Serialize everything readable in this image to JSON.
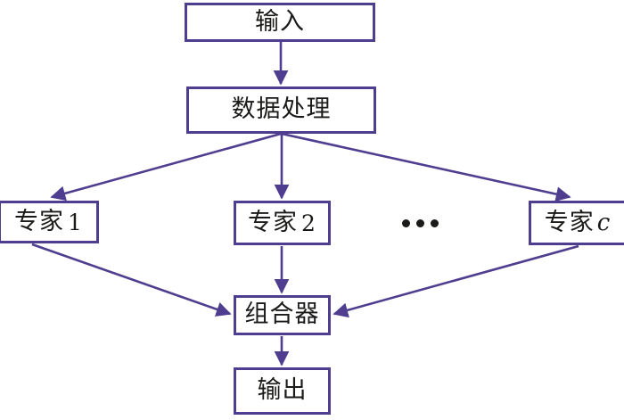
{
  "diagram": {
    "type": "flowchart",
    "orientation": "top-to-bottom",
    "stroke_color": "#4f3d8f",
    "text_color": "#1a1a18",
    "background_color": "#ffffff",
    "nodes": [
      {
        "id": "input",
        "label": "输入",
        "shape": "rectangle"
      },
      {
        "id": "preprocess",
        "label": "数据处理",
        "shape": "rectangle"
      },
      {
        "id": "expert1",
        "label": "专家",
        "index": "1",
        "shape": "rectangle"
      },
      {
        "id": "expert2",
        "label": "专家",
        "index": "2",
        "shape": "rectangle"
      },
      {
        "id": "expertc",
        "label": "专家",
        "index": "c",
        "index_italic": true,
        "shape": "rectangle"
      },
      {
        "id": "combiner",
        "label": "组合器",
        "shape": "rectangle"
      },
      {
        "id": "output",
        "label": "输出",
        "shape": "rectangle"
      }
    ],
    "ellipsis": "...",
    "edges": [
      {
        "from": "input",
        "to": "preprocess",
        "arrow": true
      },
      {
        "from": "preprocess",
        "to": "expert1",
        "arrow": true
      },
      {
        "from": "preprocess",
        "to": "expert2",
        "arrow": true
      },
      {
        "from": "preprocess",
        "to": "expertc",
        "arrow": true
      },
      {
        "from": "expert1",
        "to": "combiner",
        "arrow": true
      },
      {
        "from": "expert2",
        "to": "combiner",
        "arrow": true
      },
      {
        "from": "expertc",
        "to": "combiner",
        "arrow": true
      },
      {
        "from": "combiner",
        "to": "output",
        "arrow": true
      }
    ]
  }
}
